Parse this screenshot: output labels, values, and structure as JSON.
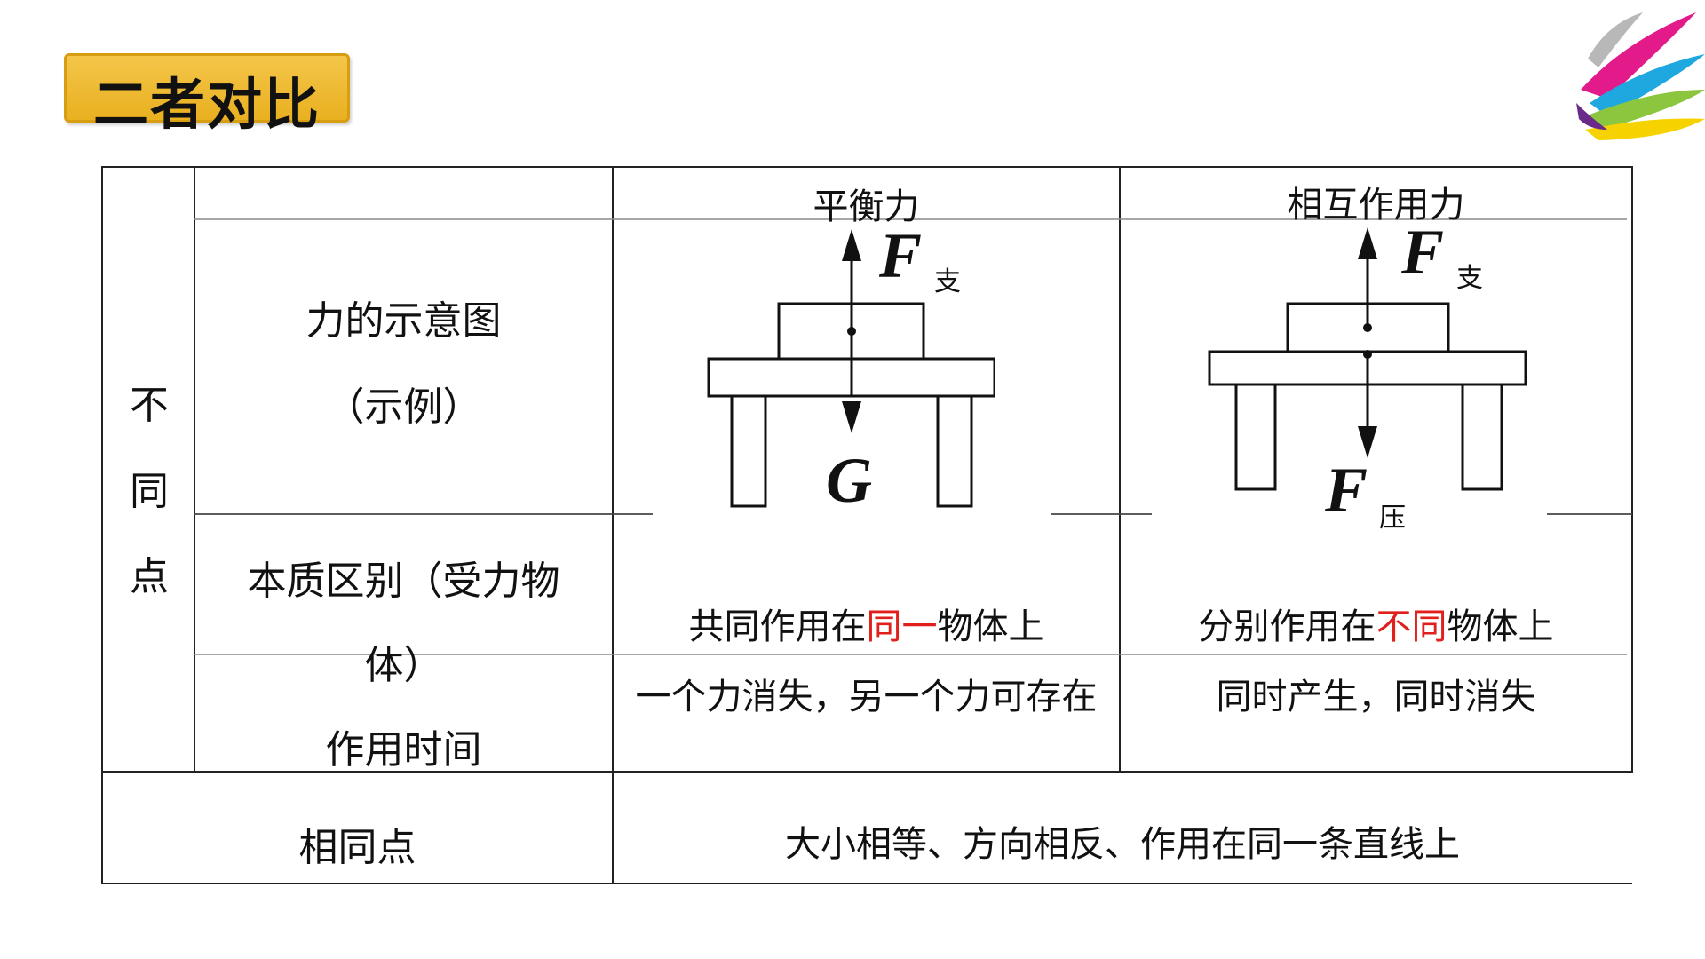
{
  "title": "二者对比",
  "logo_icon": "colorful-brush-strokes-logo",
  "table": {
    "diff_label_chars": [
      "不",
      "同",
      "点"
    ],
    "col_headers": [
      "平衡力",
      "相互作用力"
    ],
    "row_diagram": {
      "label_line1": "力的示意图",
      "label_line2": "（示例）"
    },
    "diagram_balanced": {
      "force_up": "F",
      "force_up_sub": "支",
      "force_down": "G"
    },
    "diagram_mutual": {
      "force_up": "F",
      "force_up_sub": "支",
      "force_down": "F",
      "force_down_sub": "压"
    },
    "row_nature": {
      "label_line1": "本质区别（受力物",
      "label_line2": "体）",
      "balanced_pre": "共同作用在",
      "balanced_emph": "同一",
      "balanced_post": "物体上",
      "mutual_pre": "分别作用在",
      "mutual_emph": "不同",
      "mutual_post": "物体上"
    },
    "row_time": {
      "label": "作用时间",
      "balanced": "一个力消失，另一个力可存在",
      "mutual": "同时产生，同时消失"
    },
    "row_same": {
      "label": "相同点",
      "value": "大小相等、方向相反、作用在同一条直线上"
    }
  }
}
